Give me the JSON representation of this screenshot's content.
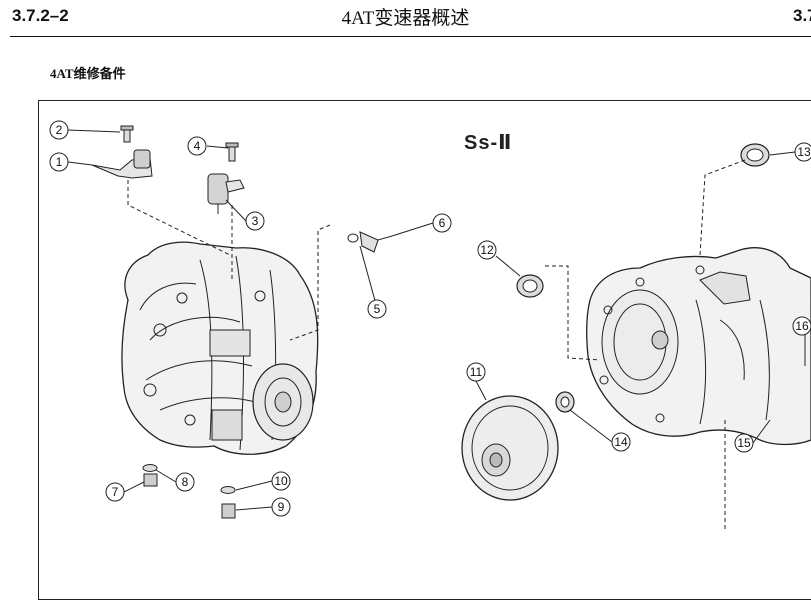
{
  "header": {
    "section_number": "3.7.2–2",
    "title": "4AT变速器概述",
    "page_ref": "3.7"
  },
  "section_title": "4AT维修备件",
  "figure": {
    "model_label": "Ss-Ⅱ",
    "callouts": [
      "1",
      "2",
      "3",
      "4",
      "5",
      "6",
      "7",
      "8",
      "9",
      "10",
      "11",
      "12",
      "13",
      "14",
      "15",
      "16"
    ]
  }
}
